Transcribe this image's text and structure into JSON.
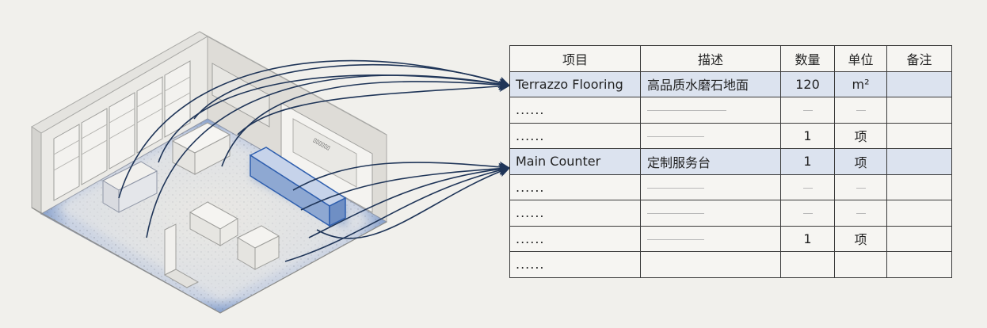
{
  "table": {
    "headers": [
      "项目",
      "描述",
      "数量",
      "单位",
      "备注"
    ],
    "rows": [
      {
        "item": "Terrazzo Flooring",
        "desc": "高品质水磨石地面",
        "qty": "120",
        "unit": "m²",
        "note": "",
        "highlight": true
      },
      {
        "item": "......",
        "desc": "",
        "qty": "—",
        "unit": "—",
        "note": "",
        "highlight": false
      },
      {
        "item": "......",
        "desc": "",
        "qty": "1",
        "unit": "项",
        "note": "",
        "highlight": false
      },
      {
        "item": "Main Counter",
        "desc": "定制服务台",
        "qty": "1",
        "unit": "项",
        "note": "",
        "highlight": true
      },
      {
        "item": "......",
        "desc": "",
        "qty": "—",
        "unit": "—",
        "note": "",
        "highlight": false
      },
      {
        "item": "......",
        "desc": "",
        "qty": "—",
        "unit": "—",
        "note": "",
        "highlight": false
      },
      {
        "item": "......",
        "desc": "",
        "qty": "1",
        "unit": "项",
        "note": "",
        "highlight": false
      },
      {
        "item": "......",
        "desc": "",
        "qty": "",
        "unit": "",
        "note": "",
        "highlight": false
      }
    ]
  },
  "colors": {
    "connector": "#1f3558",
    "highlight_row": "#dce3ef",
    "floor_glow": "#2f5fae"
  },
  "illustration": {
    "subject": "isometric retail store interior",
    "wall_sign_text": "▯▯▯▯▯▯"
  }
}
